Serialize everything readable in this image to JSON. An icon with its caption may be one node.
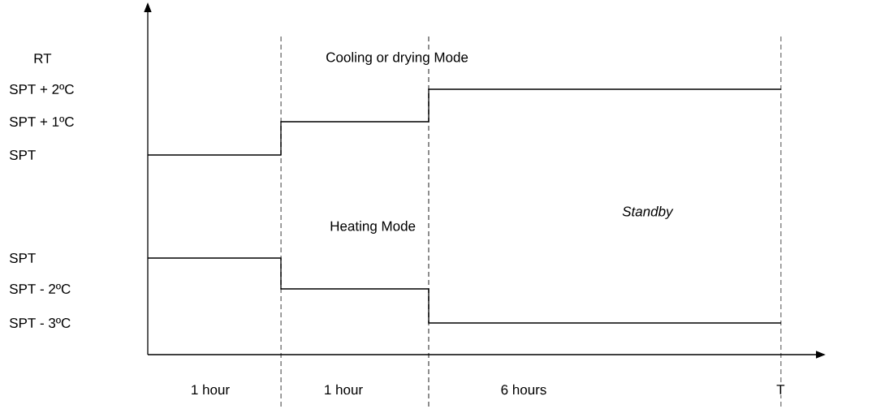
{
  "diagram": {
    "labels": [
      "RT",
      "Cooling or drying Mode",
      "SPT + 2ºC",
      "SPT + 1ºC",
      "SPT",
      "Standby",
      "Heating Mode",
      "SPT",
      "SPT - 2ºC",
      "SPT - 3ºC",
      "1 hour",
      "1 hour",
      "6 hours",
      "T"
    ]
  }
}
